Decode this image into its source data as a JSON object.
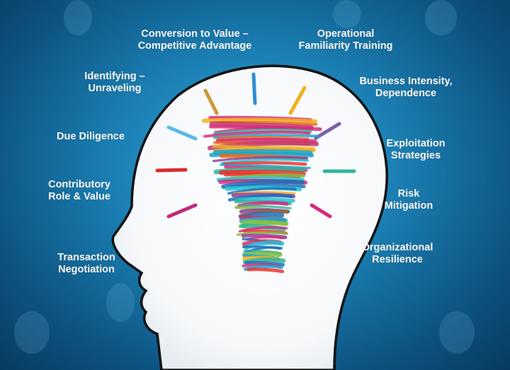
{
  "labels": [
    {
      "lines": [
        "Conversion to Value –",
        "Competitive Advantage"
      ]
    },
    {
      "lines": [
        "Operational",
        "Familiarity Training"
      ]
    },
    {
      "lines": [
        "Identifying –",
        "Unraveling"
      ]
    },
    {
      "lines": [
        "Business Intensity,",
        "Dependence"
      ]
    },
    {
      "lines": [
        "Due Diligence"
      ]
    },
    {
      "lines": [
        "Exploitation",
        "Strategies"
      ]
    },
    {
      "lines": [
        "Contributory",
        "Role & Value"
      ]
    },
    {
      "lines": [
        "Risk",
        "Mitigation"
      ]
    },
    {
      "lines": [
        "Transaction",
        "Negotiation"
      ]
    },
    {
      "lines": [
        "Organizational",
        "Resilience"
      ]
    }
  ],
  "colors": {
    "bulb": [
      "#e8312f",
      "#1fa3c7",
      "#8c3d9a",
      "#f2b01e",
      "#2fb59a",
      "#d8297d",
      "#7fbf3f",
      "#1d6fb8",
      "#e86a1c",
      "#9a6a3a",
      "#22c2d8",
      "#c23a6b"
    ],
    "rays": [
      "#c99a3a",
      "#2e8fd0",
      "#f2b01e",
      "#5ab8e6",
      "#7b5ea8",
      "#d92b2b",
      "#2fb59a",
      "#c0287a",
      "#d8297d"
    ]
  }
}
